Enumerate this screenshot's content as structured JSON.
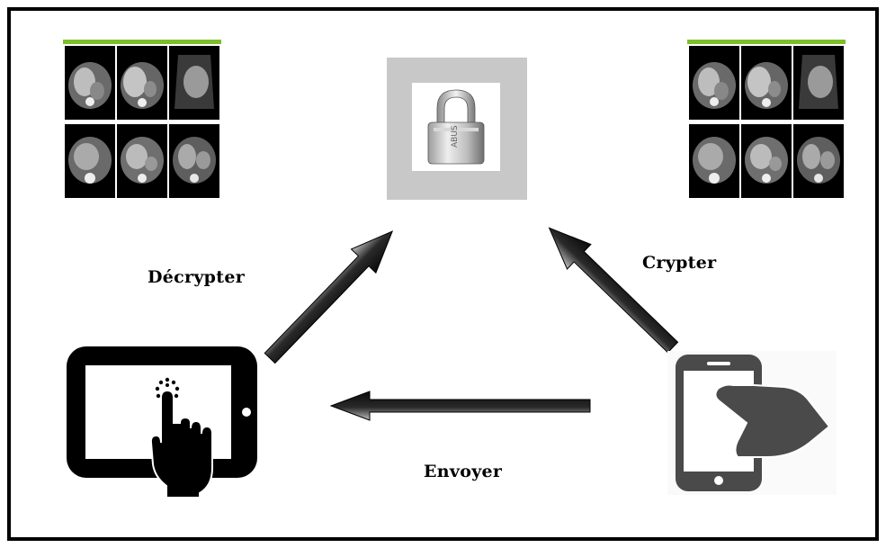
{
  "labels": {
    "decrypt": "Décrypter",
    "encrypt": "Crypter",
    "send": "Envoyer"
  },
  "icons": {
    "lock": "padlock-icon",
    "tablet": "tablet-touch-icon",
    "phone": "smartphone-touch-icon",
    "scans_left": "ct-scan-images",
    "scans_right": "ct-scan-images-encrypted"
  },
  "colors": {
    "frame": "#000000",
    "lock_bg": "#c8c8c8",
    "scan_bar": "#7cbf2a",
    "phone": "#4a4a4a",
    "arrow": "#1e1e1e"
  }
}
